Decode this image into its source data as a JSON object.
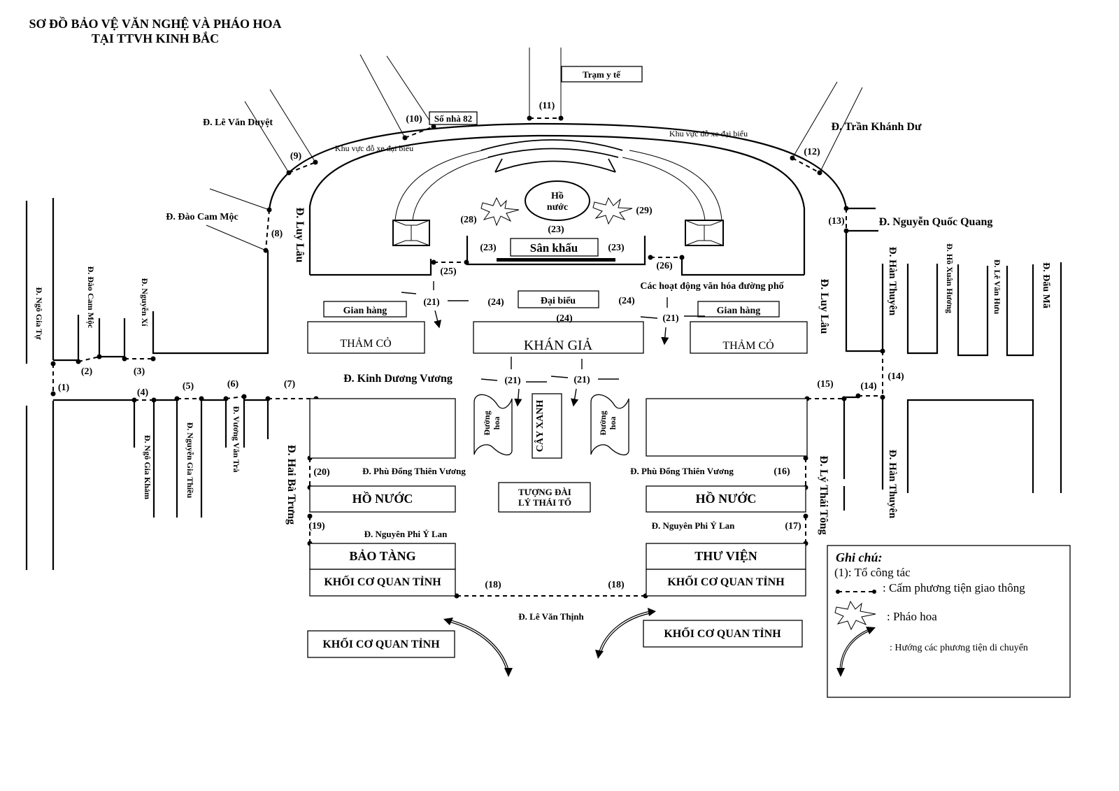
{
  "title": {
    "line1": "SƠ ĐỒ BẢO VỆ VĂN NGHỆ VÀ PHÁO HOA",
    "line2": "TẠI TTVH KINH BẮC"
  },
  "streets": {
    "le_van_duyet": "Đ. Lê Văn Duyệt",
    "dao_cam_moc": "Đ. Đào Cam Mộc",
    "dao_cam_moc_v": "Đ. Đào Cam Mộc",
    "luy_lau_left": "Đ. Luy Lâu",
    "luy_lau_right": "Đ. Luy Lâu",
    "nguyen_xi": "Đ. Nguyễn Xí",
    "ngo_gia_tu": "Đ. Ngô Gia Tự",
    "ngo_gia_kham": "Đ. Ngô Gia Khảm",
    "nguyen_gia_thieu": "Đ. Nguyễn Gia Thiều",
    "vuong_van_tra": "Đ. Vương Văn Trà",
    "kinh_duong_vuong": "Đ. Kinh Dương Vương",
    "hai_ba_trung": "Đ. Hai Bà Trưng",
    "phu_dong_left": "Đ. Phù Đổng Thiên Vương",
    "phu_dong_right": "Đ. Phù Đổng Thiên Vương",
    "nguyen_phi_y_lan_left": "Đ. Nguyên Phi Ỷ Lan",
    "nguyen_phi_y_lan_right": "Đ. Nguyên Phi Ỷ Lan",
    "le_van_thinh": "Đ. Lê Văn Thịnh",
    "ly_thai_tong": "Đ. Lý Thái Tông",
    "han_thuyen_top": "Đ. Hàn Thuyên",
    "han_thuyen_bottom": "Đ. Hàn Thuyên",
    "ho_xuan_huong": "Đ. Hồ Xuân Hương",
    "le_van_huu": "Đ. Lê Văn Hưu",
    "dau_ma": "Đ. Đẩu Mã",
    "nguyen_quoc_quang": "Đ. Nguyễn Quốc Quang",
    "tran_khanh_du": "Đ. Trần Khánh Dư"
  },
  "places": {
    "so_nha_82": "Số nhà 82",
    "tram_y_te": "Trạm y tế",
    "parking_left": "Khu vực đỗ xe đại biểu",
    "parking_right": "Khu vực đỗ xe đại biểu",
    "ho_nuoc_small_1": "Hồ",
    "ho_nuoc_small_2": "nước",
    "san_khau": "Sân khấu",
    "dai_bieu": "Đại biểu",
    "khan_gia": "KHÁN GIẢ",
    "gian_hang_left": "Gian hàng",
    "gian_hang_right": "Gian hàng",
    "tham_co_left": "THẢM CỎ",
    "tham_co_right": "THẢM CỎ",
    "cac_hoat_dong": "Các hoạt động văn hóa đường phố",
    "cay_xanh": "CÂY XANH",
    "duong_hoa_1": "Đường",
    "duong_hoa_2": "hoa",
    "tuong_dai_1": "TƯỢNG ĐÀI",
    "tuong_dai_2": "LÝ THÁI TỔ",
    "ho_nuoc_left": "HỒ NƯỚC",
    "ho_nuoc_right": "HỒ NƯỚC",
    "bao_tang": "BẢO TÀNG",
    "thu_vien": "THƯ VIỆN",
    "khoi_left": "KHỐI CƠ QUAN TỈNH",
    "khoi_right": "KHỐI CƠ QUAN TỈNH",
    "khoi_bottom_left": "KHỐI CƠ QUAN TỈNH",
    "khoi_bottom_right": "KHỐI CƠ QUAN TỈNH"
  },
  "markers": [
    "(1)",
    "(2)",
    "(3)",
    "(4)",
    "(5)",
    "(6)",
    "(7)",
    "(8)",
    "(9)",
    "(10)",
    "(11)",
    "(12)",
    "(13)",
    "(14)",
    "(14)",
    "(15)",
    "(16)",
    "(17)",
    "(18)",
    "(18)",
    "(19)",
    "(20)",
    "(21)",
    "(21)",
    "(21)",
    "(21)",
    "(23)",
    "(23)",
    "(23)",
    "(24)",
    "(24)",
    "(24)",
    "(25)",
    "(26)",
    "(28)",
    "(29)"
  ],
  "legend": {
    "title": "Ghi chú:",
    "item1": "(1): Tổ công tác",
    "item2": ": Cấm phương tiện giao thông",
    "item3": ": Pháo hoa",
    "item4": ": Hướng các phương tiện di chuyển",
    "icons": [
      "dashed-line-icon",
      "firework-icon",
      "curved-double-arrow-icon"
    ]
  }
}
